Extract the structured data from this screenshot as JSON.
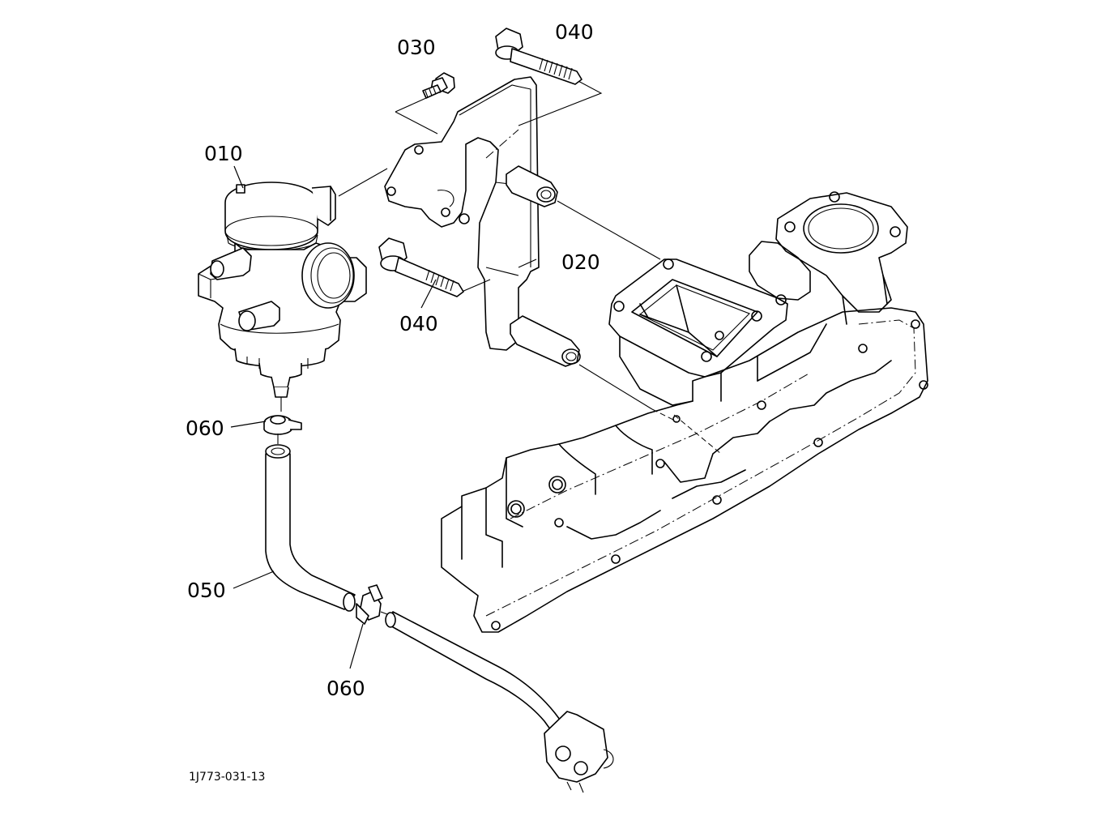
{
  "diagram": {
    "parts": [
      {
        "id": "010",
        "label": "010"
      },
      {
        "id": "020",
        "label": "020"
      },
      {
        "id": "030",
        "label": "030"
      },
      {
        "id": "040a",
        "label": "040"
      },
      {
        "id": "040b",
        "label": "040"
      },
      {
        "id": "050",
        "label": "050"
      },
      {
        "id": "060a",
        "label": "060"
      },
      {
        "id": "060b",
        "label": "060"
      }
    ],
    "drawing_number": "1J773-031-13"
  }
}
